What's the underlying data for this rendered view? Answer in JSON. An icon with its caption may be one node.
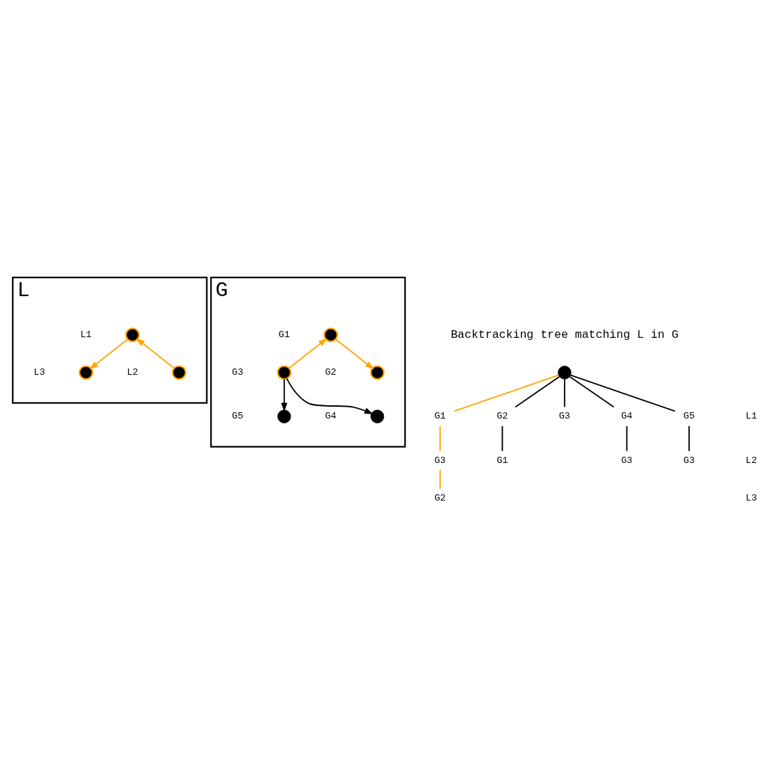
{
  "diagram": {
    "nodes": [
      {
        "text": [
          "L"
        ]
      },
      {
        "text": [],
        "shape": "circle",
        "beside": [
          "L1"
        ],
        "in": 0
      },
      {
        "text": [],
        "shape": "circle",
        "beside": [
          "L2"
        ],
        "in": 0
      },
      {
        "text": [],
        "shape": "circle",
        "beside": [
          "L3"
        ],
        "in": 0
      },
      {
        "text": [
          "G"
        ]
      },
      {
        "text": [],
        "shape": "circle",
        "beside": [
          "G1"
        ],
        "in": 4
      },
      {
        "text": [],
        "shape": "circle",
        "beside": [
          "G2"
        ],
        "in": 4
      },
      {
        "text": [],
        "shape": "circle",
        "beside": [
          "G3"
        ],
        "in": 4
      },
      {
        "text": [],
        "shape": "circle",
        "beside": [
          "G4"
        ],
        "in": 4
      },
      {
        "text": [],
        "shape": "circle",
        "beside": [
          "G5"
        ],
        "in": 4
      },
      {
        "text": [],
        "shape": "circle"
      },
      {
        "text": [
          "G1"
        ]
      },
      {
        "text": [
          "G2"
        ]
      },
      {
        "text": [
          "G3"
        ]
      },
      {
        "text": [
          "G4"
        ]
      },
      {
        "text": [
          "G5"
        ]
      },
      {
        "text": [
          "G3"
        ]
      },
      {
        "text": [
          "G1"
        ]
      },
      {
        "text": [
          "G3"
        ]
      },
      {
        "text": [
          "G3"
        ]
      },
      {
        "text": [
          "G2"
        ]
      }
    ],
    "edges": [
      {
        "from": 2,
        "to": 1,
        "arrow": "to",
        "color": "#ffa500"
      },
      {
        "from": 1,
        "to": 3,
        "arrow": "to",
        "color": "#ffa500"
      },
      {
        "from": 5,
        "to": 6,
        "arrow": "to",
        "color": "#ffa500"
      },
      {
        "from": 7,
        "to": 5,
        "arrow": "to",
        "color": "#ffa500"
      },
      {
        "from": 7,
        "to": 8,
        "arrow": "to"
      },
      {
        "from": 7,
        "to": 9,
        "arrow": "to"
      },
      {
        "from": 10,
        "to": 11,
        "arrow": "none",
        "color": "#ffa500"
      },
      {
        "from": 10,
        "to": 12,
        "arrow": "none"
      },
      {
        "from": 10,
        "to": 13,
        "arrow": "none"
      },
      {
        "from": 10,
        "to": 14,
        "arrow": "none"
      },
      {
        "from": 10,
        "to": 15,
        "arrow": "none"
      },
      {
        "from": 11,
        "to": 16,
        "arrow": "none",
        "color": "#ffa500"
      },
      {
        "from": 12,
        "to": 17,
        "arrow": "none"
      },
      {
        "from": 14,
        "to": 18,
        "arrow": "none"
      },
      {
        "from": 15,
        "to": 19,
        "arrow": "none"
      },
      {
        "from": 16,
        "to": 20,
        "arrow": "none",
        "color": "#ffa500"
      }
    ],
    "labels": [
      "Backtracking tree matching L in G",
      "L1",
      "L2",
      "L3"
    ]
  }
}
